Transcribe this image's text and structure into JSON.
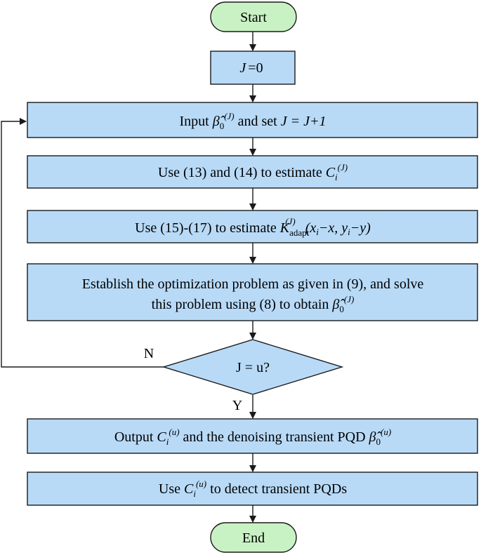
{
  "nodes": {
    "start": "Start",
    "init": "=0",
    "input": {
      "pre": "Input ",
      "mid": " and set ",
      "eq": "J = J+1"
    },
    "use_c": {
      "pre": "Use (13) and (14) to estimate "
    },
    "use_k": {
      "pre": "Use (15)-(17) to estimate ",
      "args": "(x",
      "minus_x": "−x, y",
      "minus_y": "−y)",
      "sub": "adapt"
    },
    "establish": {
      "line1": "Establish the optimization problem as given in (9), and solve",
      "line2_pre": "this problem using (8) to obtain "
    },
    "decision": "J = u?",
    "output": {
      "pre": "Output ",
      "mid": " and the denoising transient PQD "
    },
    "detect": {
      "pre": "Use ",
      "post": " to detect transient PQDs"
    },
    "end": "End"
  },
  "symbols": {
    "J": "J",
    "beta": "β̂",
    "beta_sub": "0",
    "sup_J": "(J)",
    "sup_u": "(u)",
    "C": "C",
    "C_sub": "i",
    "K": "K"
  },
  "edge_labels": {
    "no": "N",
    "yes": "Y"
  },
  "colors": {
    "process": "#b8daf7",
    "terminal": "#c9f2c4",
    "stroke": "#1a1a1a"
  }
}
